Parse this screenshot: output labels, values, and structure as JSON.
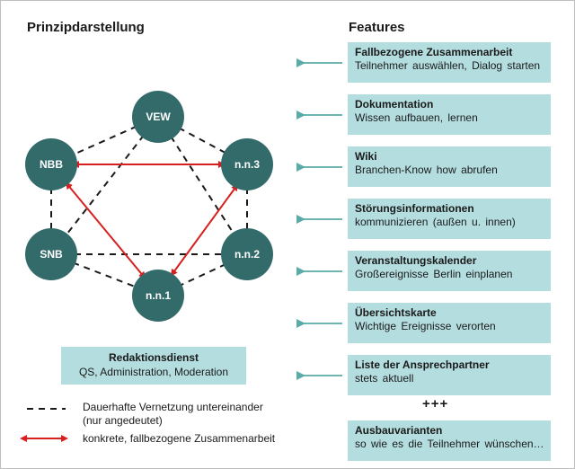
{
  "headings": {
    "left": "Prinzipdarstellung",
    "right": "Features"
  },
  "nodes": [
    {
      "id": "vew",
      "label": "VEW"
    },
    {
      "id": "nbb",
      "label": "NBB"
    },
    {
      "id": "nn3",
      "label": "n.n.3"
    },
    {
      "id": "snb",
      "label": "SNB"
    },
    {
      "id": "nn2",
      "label": "n.n.2"
    },
    {
      "id": "nn1",
      "label": "n.n.1"
    }
  ],
  "features": [
    {
      "title": "Fallbezogene Zusammenarbeit",
      "desc": "Teilnehmer auswählen, Dialog starten"
    },
    {
      "title": "Dokumentation",
      "desc": "Wissen aufbauen, lernen"
    },
    {
      "title": "Wiki",
      "desc": "Branchen-Know how abrufen"
    },
    {
      "title": "Störungsinformationen",
      "desc": "kommunizieren (außen u. innen)"
    },
    {
      "title": "Veranstaltungskalender",
      "desc": "Großereignisse Berlin einplanen"
    },
    {
      "title": "Übersichtskarte",
      "desc": "Wichtige Ereignisse verorten"
    },
    {
      "title": "Liste der Ansprechpartner",
      "desc": "stets aktuell"
    },
    {
      "title": "Ausbauvarianten",
      "desc": "so wie es die Teilnehmer wünschen…"
    }
  ],
  "plus": "+++",
  "redaktion": {
    "title": "Redaktionsdienst",
    "desc": "QS, Administration, Moderation"
  },
  "legend": {
    "dashed": "Dauerhafte Vernetzung untereinander\n(nur angedeutet)",
    "red": "konkrete, fallbezogene Zusammenarbeit"
  },
  "colors": {
    "node": "#336b6a",
    "box": "#b4dddf",
    "arrow_teal": "#5aaaa8",
    "arrow_red": "#d62020"
  }
}
